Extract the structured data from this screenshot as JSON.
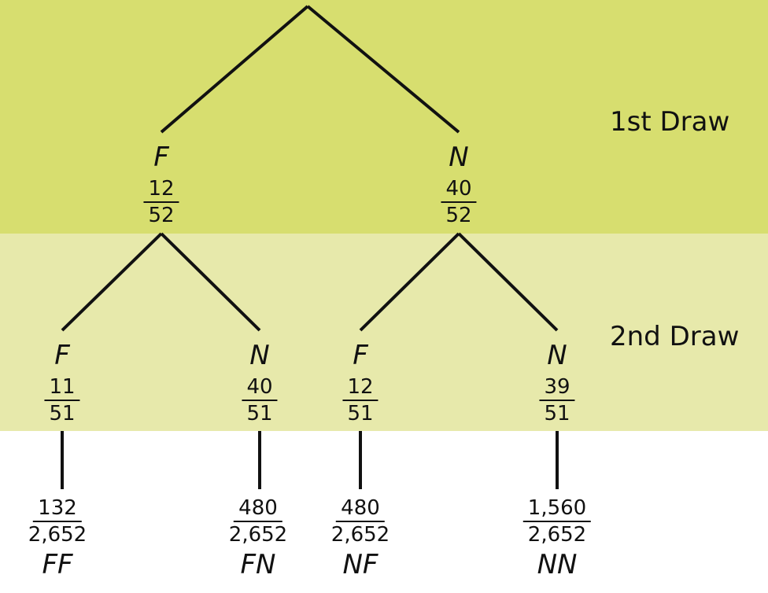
{
  "colors": {
    "band_first_draw": "#d7de6f",
    "band_second_draw": "#e7e9ab",
    "line": "#111111"
  },
  "stages": {
    "first": "1st Draw",
    "second": "2nd Draw"
  },
  "first_draw": [
    {
      "letter": "F",
      "num": "12",
      "den": "52"
    },
    {
      "letter": "N",
      "num": "40",
      "den": "52"
    }
  ],
  "second_draw": [
    {
      "letter": "F",
      "num": "11",
      "den": "51"
    },
    {
      "letter": "N",
      "num": "40",
      "den": "51"
    },
    {
      "letter": "F",
      "num": "12",
      "den": "51"
    },
    {
      "letter": "N",
      "num": "39",
      "den": "51"
    }
  ],
  "outcomes": [
    {
      "num": "132",
      "den": "2,652",
      "name": "FF"
    },
    {
      "num": "480",
      "den": "2,652",
      "name": "FN"
    },
    {
      "num": "480",
      "den": "2,652",
      "name": "NF"
    },
    {
      "num": "1,560",
      "den": "2,652",
      "name": "NN"
    }
  ]
}
